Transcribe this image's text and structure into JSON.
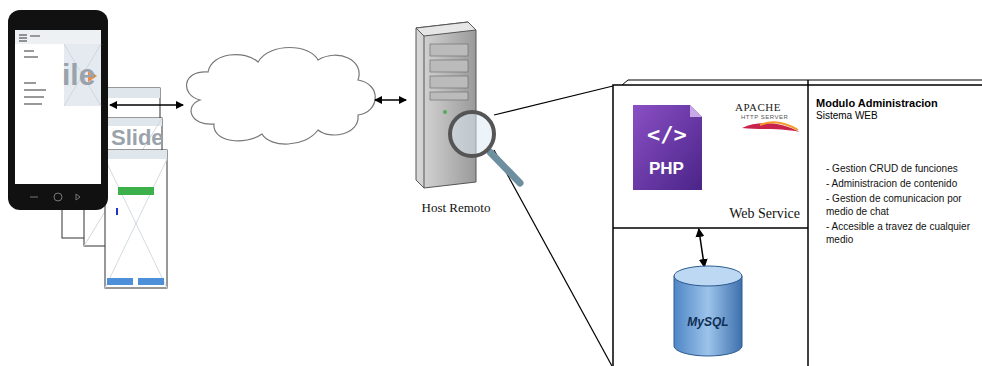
{
  "diagram": {
    "nodes": [
      {
        "text": [
          "Host Remoto"
        ]
      },
      {
        "text": [
          "Web Service"
        ]
      },
      {
        "text": [
          "Modulo Administracion",
          "Sistema WEB",
          "- Gestion CRUD de funciones",
          "- Administracion de contenido",
          "- Gestion de comunicacion por medio de chat",
          "- Accesible a travez de cualquier medio"
        ]
      },
      {
        "text": [
          "MySQL"
        ]
      }
    ],
    "edges": [
      {
        "from": 1,
        "to": 3,
        "arrow": "both"
      }
    ],
    "labels": [
      "ile",
      "Slide",
      "</>",
      "PHP",
      "APACHE",
      "HTTP SERVER"
    ]
  }
}
